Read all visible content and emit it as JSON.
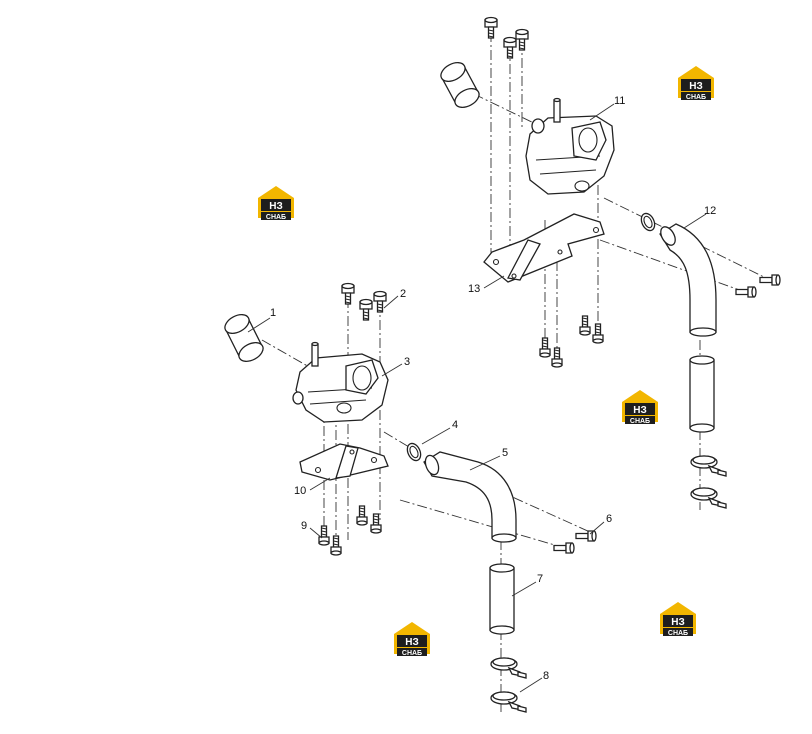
{
  "diagram": {
    "callouts": [
      "1",
      "2",
      "3",
      "4",
      "5",
      "6",
      "7",
      "8",
      "9",
      "10",
      "11",
      "12",
      "13"
    ],
    "watermark": {
      "brand_top": "НЗ",
      "brand_bottom": "СНАБ",
      "color_gold": "#f2b600",
      "color_dark": "#1e1e1e"
    }
  }
}
